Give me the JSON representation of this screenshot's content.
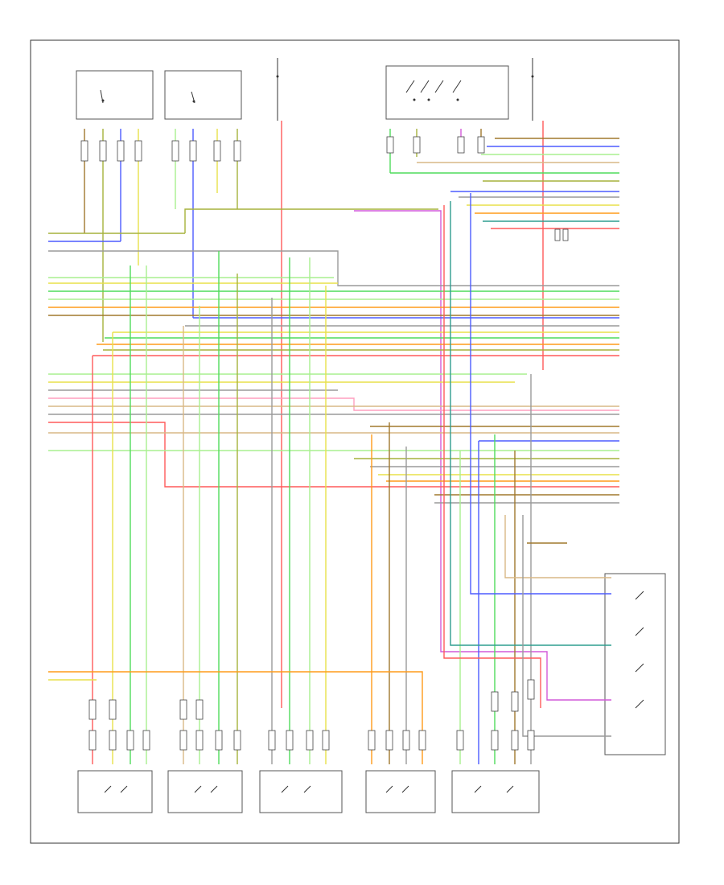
{
  "diagram": {
    "title": "",
    "footer_code": "",
    "components": {
      "top": [
        {
          "id": "c1",
          "label": ""
        },
        {
          "id": "c2",
          "label": ""
        },
        {
          "id": "c3",
          "label": ""
        },
        {
          "id": "c4",
          "label": ""
        },
        {
          "id": "c5",
          "label": ""
        }
      ],
      "bottom": [
        {
          "id": "b1",
          "label": ""
        },
        {
          "id": "b2",
          "label": ""
        },
        {
          "id": "b3",
          "label": ""
        },
        {
          "id": "b4",
          "label": ""
        },
        {
          "id": "b5",
          "label": ""
        }
      ],
      "right": [
        {
          "id": "r1",
          "label": ""
        },
        {
          "id": "r2",
          "label": ""
        },
        {
          "id": "r3",
          "label": ""
        }
      ]
    },
    "wire_colors": {
      "red": "#ff5a5a",
      "orange": "#ff9b1a",
      "yellow": "#e8e04a",
      "green": "#4fdc5c",
      "lightgreen": "#a8ef8f",
      "blue": "#4d5cff",
      "violet": "#d25ad8",
      "brown": "#a0782d",
      "gray": "#9a9a9a",
      "tan": "#d9b885",
      "pink": "#ff9fbf",
      "olive": "#a6b23b",
      "teal": "#2f9d8f",
      "black": "#333333"
    }
  }
}
